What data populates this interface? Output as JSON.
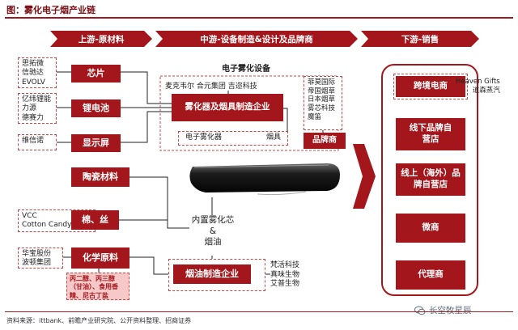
{
  "title": "图：雾化电子烟产业链",
  "stages": {
    "upstream": "上游-原材料",
    "midstream": "中游-设备制造&设计及品牌商",
    "downstream": "下游-销售"
  },
  "upstream": {
    "chip": {
      "label": "芯片",
      "suppliers": [
        "思拓微",
        "信驰达",
        "EVOLV"
      ]
    },
    "battery": {
      "label": "锂电池",
      "suppliers": [
        "亿纬锂能",
        "力源",
        "德赛力"
      ]
    },
    "display": {
      "label": "显示屏",
      "suppliers": [
        "维信诺"
      ]
    },
    "ceramic": {
      "label": "陶瓷材料"
    },
    "cotton": {
      "label": "棉、丝",
      "suppliers": [
        "VCC",
        "Cotton Candy"
      ]
    },
    "chemical": {
      "label": "化学原料",
      "suppliers": [
        "华宝股份",
        "波顿集团"
      ],
      "ingredients": "丙二醇、丙三醇（甘油）、食用香精、尼古丁盐"
    }
  },
  "midstream": {
    "section_title": "电子雾化设备",
    "manufacturers": "麦克韦尔  合元集团  吉迩科技",
    "atomizer_maker": "雾化器及烟具制造企业",
    "device_labels": {
      "atomizer": "电子雾化器",
      "hookah": "烟具"
    },
    "brand": {
      "label": "品牌商",
      "names": [
        "菲莫国际",
        "帝国烟草",
        "日本烟草",
        "雾芯科技",
        "魔笛"
      ]
    },
    "core": {
      "line1": "内置雾化芯",
      "amp": "&",
      "line2": "烟油"
    },
    "eliquid": {
      "label": "烟油制造企业",
      "makers": [
        "梵活科技",
        "真味生物",
        "艾普生物"
      ]
    }
  },
  "downstream": {
    "channels": [
      "跨境电商",
      "线下品牌自营店",
      "线上（海外）品牌自营店",
      "微商",
      "代理商"
    ],
    "cross_border_examples": [
      "Heaven Gifts",
      "道森蒸汽"
    ]
  },
  "source": "资料来源：ittbank、前瞻产业研究院、公开资料整理、招商证券",
  "watermark": "长空牧星辰",
  "colors": {
    "brand_red": "#a3171c",
    "dark_red": "#7a0d12",
    "border_red": "#c44"
  }
}
